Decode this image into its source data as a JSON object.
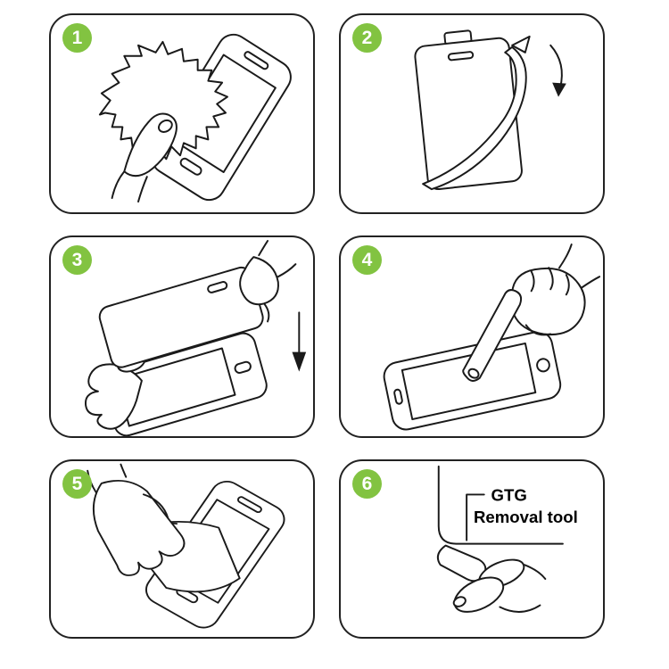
{
  "colors": {
    "accent_green": "#82c341",
    "line": "#1a1a1a",
    "background": "#ffffff"
  },
  "steps": [
    {
      "number": "1",
      "name": "clean-screen-with-cloth"
    },
    {
      "number": "2",
      "name": "peel-protective-film"
    },
    {
      "number": "3",
      "name": "align-and-place-glass"
    },
    {
      "number": "4",
      "name": "press-center-to-adhere"
    },
    {
      "number": "5",
      "name": "smooth-out-remove-film"
    },
    {
      "number": "6",
      "name": "use-removal-tool",
      "annotation_line1": "GTG",
      "annotation_line2": "Removal tool"
    }
  ]
}
